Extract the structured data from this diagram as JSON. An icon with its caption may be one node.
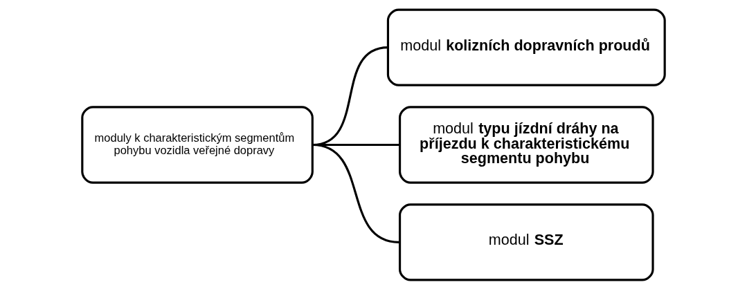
{
  "diagram": {
    "nodes": [
      {
        "text": [
          "moduly k charakteristickým segmentům pohybu vozidla veřejné dopravy"
        ]
      },
      {
        "text": [
          "modul **kolizních dopravních proudů**"
        ]
      },
      {
        "text": [
          "modul **typu jízdní dráhy na příjezdu k charakteristickému segmentu pohybu**"
        ]
      },
      {
        "text": [
          "modul **SSZ**"
        ]
      }
    ],
    "edges": [
      {
        "from": 0,
        "to": 1,
        "arrow": "none"
      },
      {
        "from": 0,
        "to": 2,
        "arrow": "none"
      },
      {
        "from": 0,
        "to": 3,
        "arrow": "none"
      }
    ]
  }
}
